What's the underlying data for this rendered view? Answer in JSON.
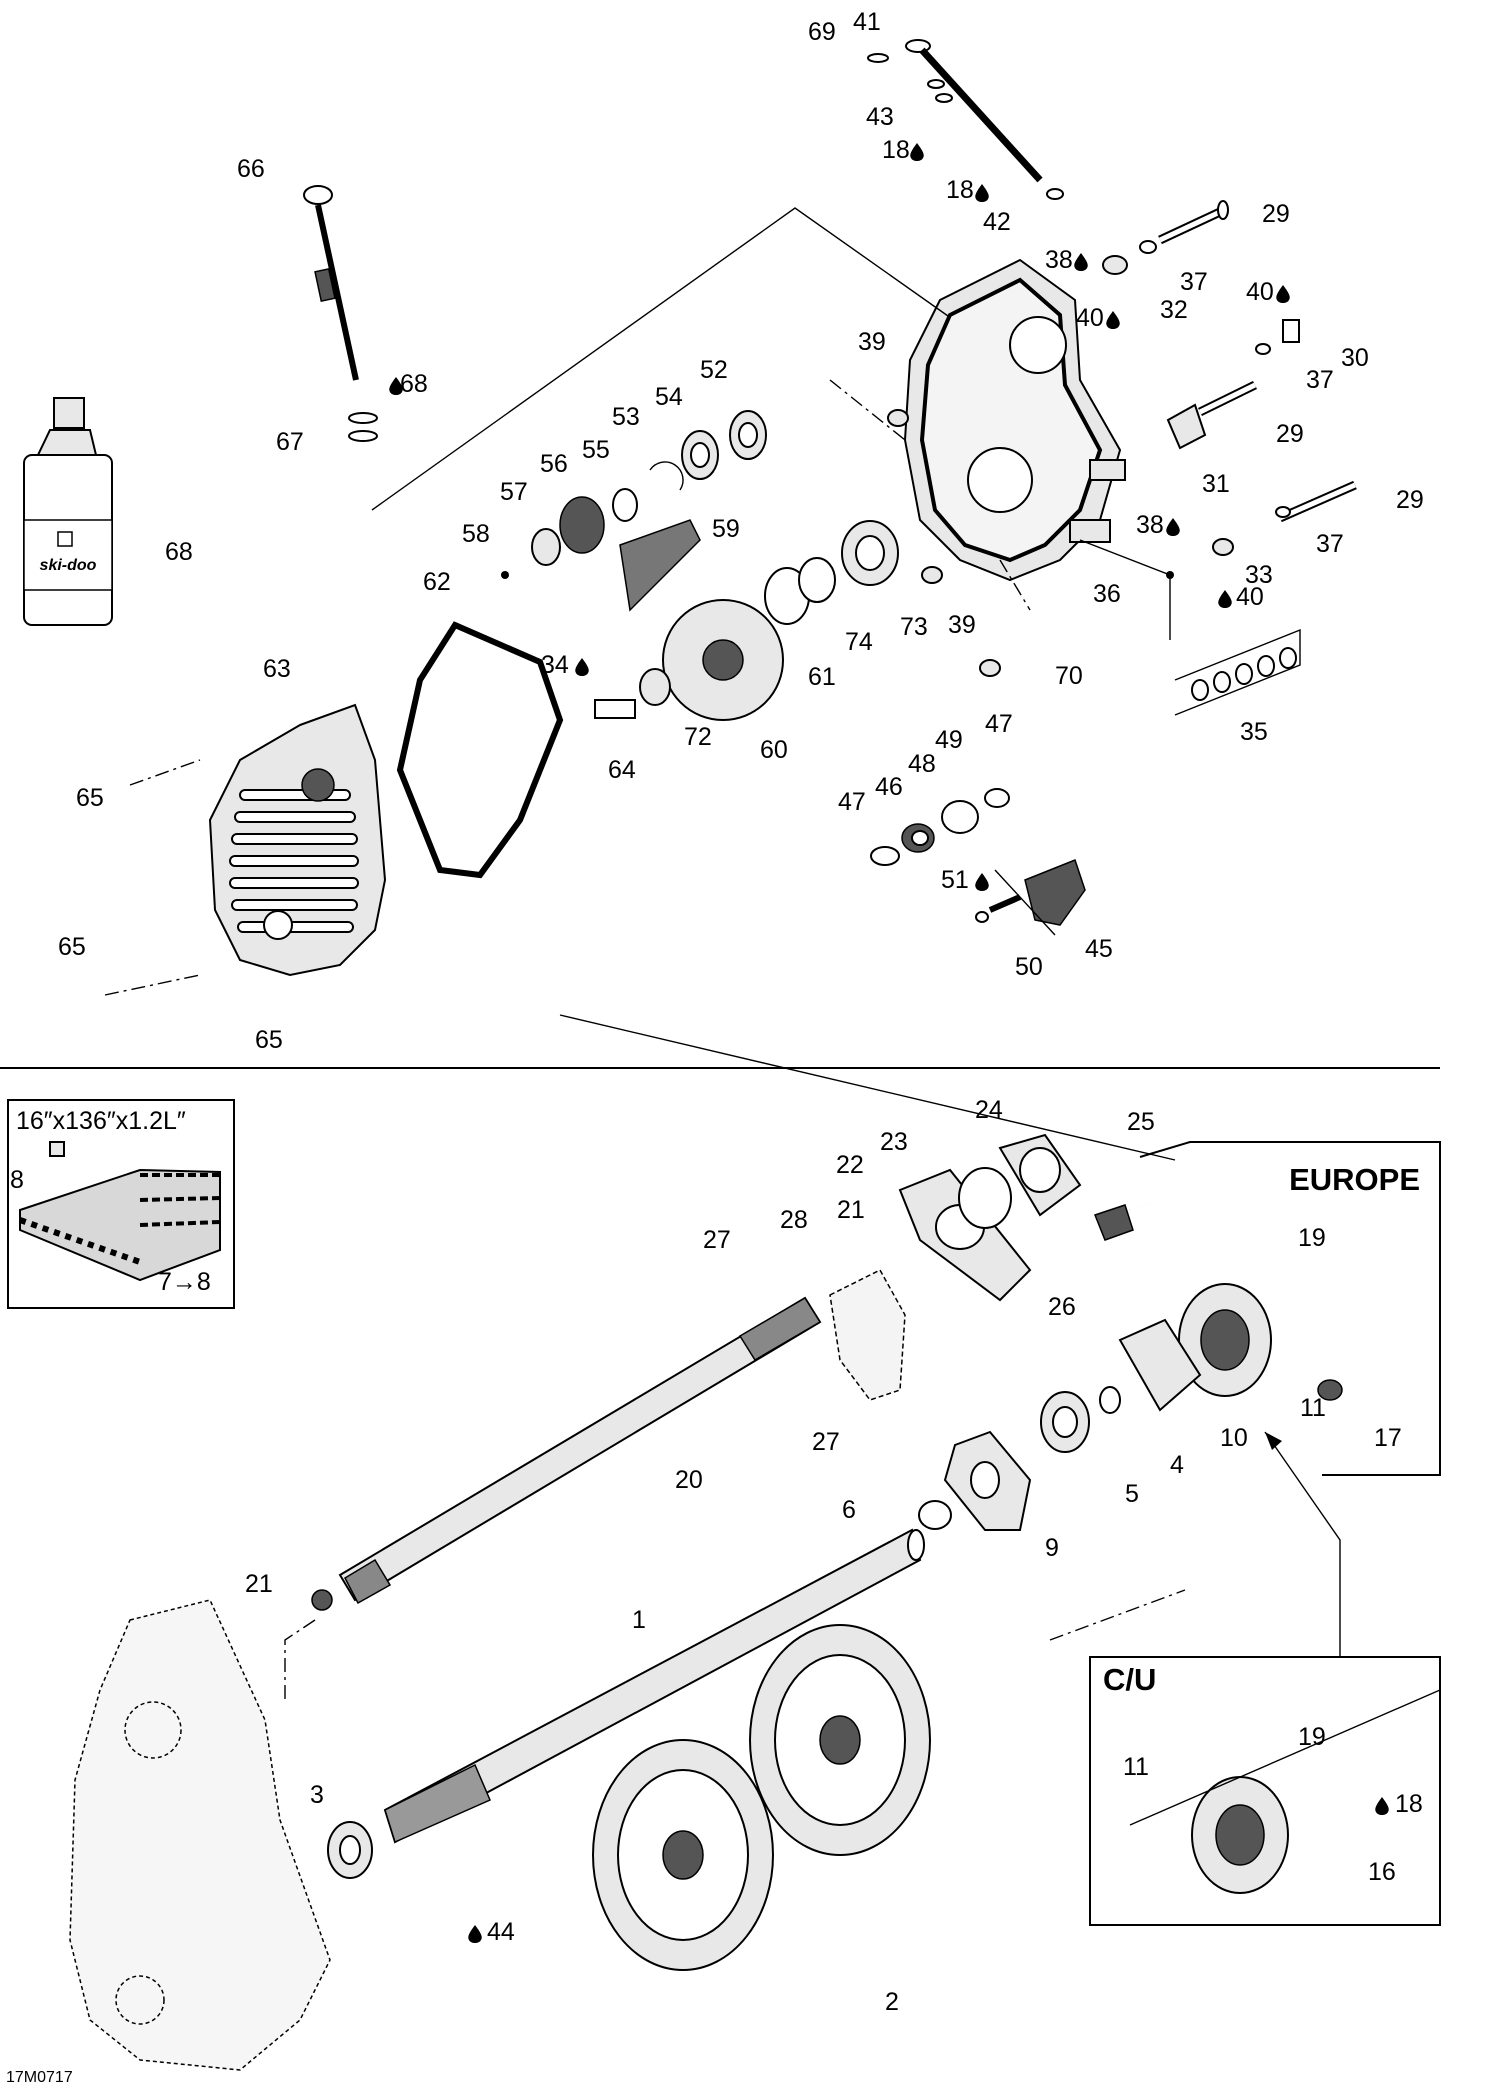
{
  "diagram_code": "17M0717",
  "inset_track": {
    "spec": "16″x136″x1.2L″",
    "part_label": "8",
    "ref_label": "7→8"
  },
  "box_europe": {
    "title": "EUROPE"
  },
  "box_cu": {
    "title": "C/U"
  },
  "bottle": {
    "brand": "ski-doo"
  },
  "callouts": {
    "c69": "69",
    "c41": "41",
    "c43": "43",
    "c18a": "18",
    "c18b": "18",
    "c42": "42",
    "c66": "66",
    "c68a": "68",
    "c67": "67",
    "c68b": "68",
    "c29a": "29",
    "c38a": "38",
    "c37a": "37",
    "c40a": "40",
    "c32": "32",
    "c40b": "40",
    "c30": "30",
    "c37b": "37",
    "c29b": "29",
    "c31": "31",
    "c29c": "29",
    "c38b": "38",
    "c37c": "37",
    "c33": "33",
    "c40c": "40",
    "c36": "36",
    "c70": "70",
    "c35": "35",
    "c39a": "39",
    "c39b": "39",
    "c52": "52",
    "c54": "54",
    "c53": "53",
    "c55": "55",
    "c56": "56",
    "c57": "57",
    "c58": "58",
    "c59": "59",
    "c62": "62",
    "c61": "61",
    "c74": "74",
    "c73": "73",
    "c60": "60",
    "c72": "72",
    "c34": "34",
    "c64": "64",
    "c63": "63",
    "c65a": "65",
    "c65b": "65",
    "c65c": "65",
    "c47a": "47",
    "c49": "49",
    "c48": "48",
    "c46": "46",
    "c47b": "47",
    "c51": "51",
    "c45": "45",
    "c50": "50",
    "c24": "24",
    "c25": "25",
    "c23": "23",
    "c22": "22",
    "c28": "28",
    "c27a": "27",
    "c21a": "21",
    "c26": "26",
    "c27b": "27",
    "c20": "20",
    "c19a": "19",
    "c11a": "11",
    "c17": "17",
    "c10": "10",
    "c4": "4",
    "c5": "5",
    "c6": "6",
    "c9": "9",
    "c21b": "21",
    "c1": "1",
    "c3": "3",
    "c44": "44",
    "c2": "2",
    "c11b": "11",
    "c19b": "19",
    "c18c": "18",
    "c16": "16"
  }
}
